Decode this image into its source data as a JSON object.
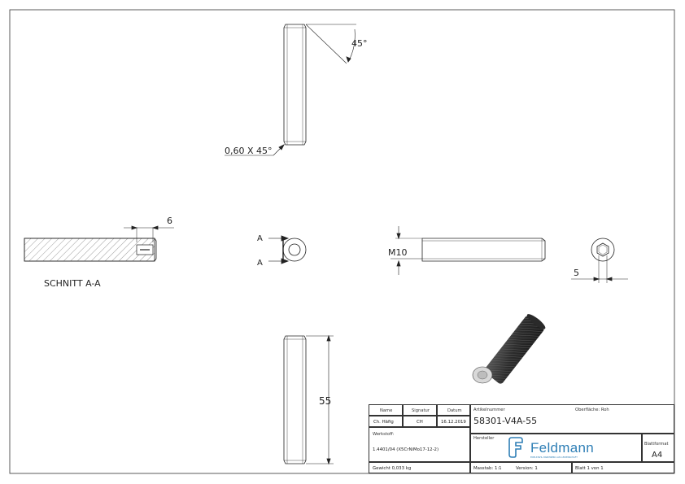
{
  "dimensions": {
    "chamfer": "0,60 X 45°",
    "angle": "45°",
    "slot_depth": "6",
    "thread": "M10",
    "hex_size": "5",
    "length": "55"
  },
  "section": {
    "title": "SCHNITT A-A",
    "marker": "A"
  },
  "title_block": {
    "name_label": "Name",
    "signature_label": "Signatur",
    "date_label": "Datum",
    "name_value": "Ch. Häfig",
    "signature_value": "CH",
    "date_value": "16.12.2019",
    "article_label": "Artikelnummer",
    "article_value": "58301-V4A-55",
    "surface_label": "Oberfläche: Roh",
    "material_label": "Werkstoff:",
    "material_value": "1.4401/04 (X5CrNiMo17-12-2)",
    "manufacturer_label": "Hersteller",
    "brand": "Feldmann",
    "brand_tagline": "EDELSTAHL-HANDWERK AUS LEIDENSCHAFT",
    "format_label": "Blattformat",
    "format_value": "A4",
    "weight": "Gewicht 0,033 kg",
    "scale": "Masstab: 1:1",
    "version": "Version: 1",
    "sheet": "Blatt 1 von 1"
  },
  "colors": {
    "line": "#222222",
    "brand": "#2f7fb6",
    "thread_dark": "#3a3a3a"
  }
}
